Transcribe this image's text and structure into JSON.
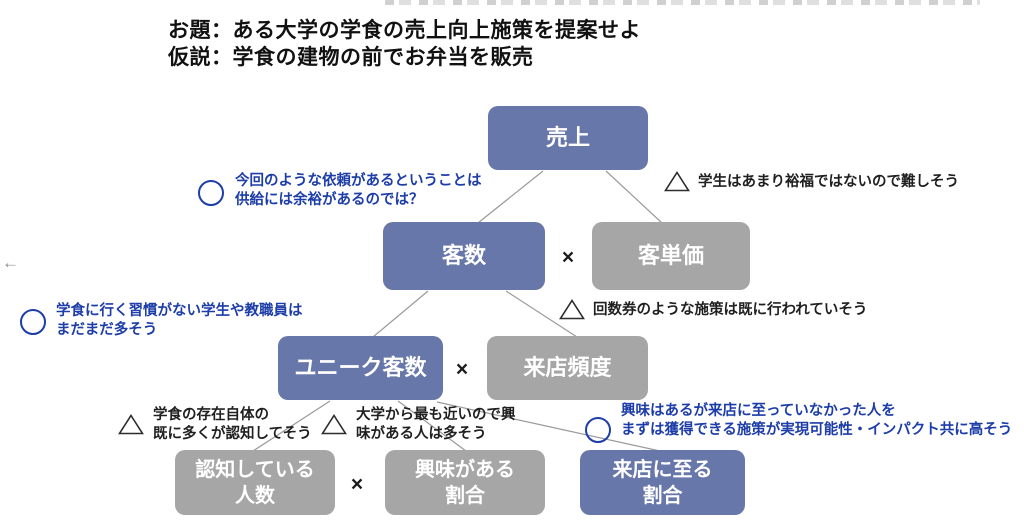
{
  "chrome": {
    "back_arrow": "←"
  },
  "header": {
    "line1": "お題：ある大学の学食の売上向上施策を提案せよ",
    "line2": "仮説：学食の建物の前でお弁当を販売"
  },
  "tree": {
    "nodes": {
      "sales": {
        "label": "売上"
      },
      "customers": {
        "label": "客数"
      },
      "unit_price": {
        "label": "客単価"
      },
      "unique_customers": {
        "label": "ユニーク客数"
      },
      "visit_frequency": {
        "label": "来店頻度"
      },
      "aware_people": {
        "line1": "認知している",
        "line2": "人数"
      },
      "interested_ratio": {
        "line1": "興味がある",
        "line2": "割合"
      },
      "visit_ratio": {
        "line1": "来店に至る",
        "line2": "割合"
      }
    },
    "operators": {
      "x1": "×",
      "x2": "×",
      "x3": "×"
    }
  },
  "annotations": {
    "supply_margin": {
      "marker": "circle",
      "line1": "今回のような依頼があるということは",
      "line2": "供給には余裕があるのでは？"
    },
    "students_not_wealthy": {
      "marker": "triangle",
      "line1": "学生はあまり裕福ではないので難しそう"
    },
    "no_cafeteria_habit": {
      "marker": "circle",
      "line1": "学食に行く習慣がない学生や教職員は",
      "line2": "まだまだ多そう"
    },
    "coupon_already_done": {
      "marker": "triangle",
      "line1": "回数券のような施策は既に行われていそう"
    },
    "already_recognized": {
      "marker": "triangle",
      "line1": "学食の存在自体の",
      "line2": "既に多くが認知してそう"
    },
    "closest_to_university": {
      "marker": "triangle",
      "line1": "大学から最も近いので興",
      "line2": "味がある人は多そう"
    },
    "interested_not_visiting": {
      "marker": "circle",
      "line1": "興味はあるが来店に至っていなかった人を",
      "line2": "まずは獲得できる施策が実現可能性・インパクト共に高そう"
    }
  },
  "colors": {
    "node_blue": "#6877aa",
    "node_gray": "#a6a6a6",
    "annotation_blue": "#1d3da8",
    "annotation_black": "#1f1f1f",
    "connector_gray": "#9a9a9a",
    "node_text": "#ffffff"
  }
}
